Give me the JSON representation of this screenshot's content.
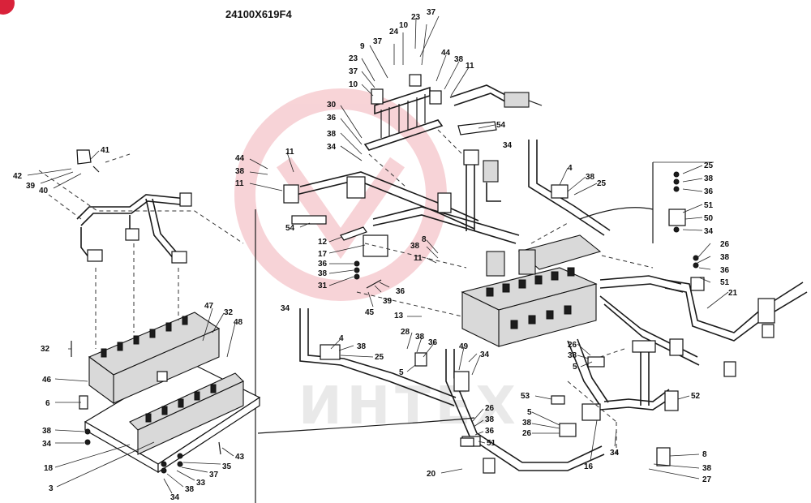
{
  "drawing": {
    "title": "24100X619F4",
    "watermark": "ИНТЕХ",
    "callouts": {
      "c_23a": "23",
      "c_37a": "37",
      "c_24": "24",
      "c_10a": "10",
      "c_9": "9",
      "c_37b": "37",
      "c_23b": "23",
      "c_37c": "37",
      "c_10b": "10",
      "c_44a": "44",
      "c_38a": "38",
      "c_11a": "11",
      "c_30": "30",
      "c_36a": "36",
      "c_38b": "38",
      "c_34a": "34",
      "c_54a": "54",
      "c_34b": "34",
      "c_44b": "44",
      "c_38c": "38",
      "c_11b": "11",
      "c_11c": "11",
      "c_54b": "54",
      "c_4a": "4",
      "c_38d": "38",
      "c_25a": "25",
      "c_25b": "25",
      "c_38e": "38",
      "c_36b": "36",
      "c_51a": "51",
      "c_50": "50",
      "c_34c": "34",
      "c_41": "41",
      "c_42": "42",
      "c_39a": "39",
      "c_40": "40",
      "c_12": "12",
      "c_17": "17",
      "c_36c": "36",
      "c_38f": "38",
      "c_31": "31",
      "c_8a": "8",
      "c_38g": "38",
      "c_11d": "11",
      "c_39b": "39",
      "c_36d": "36",
      "c_45": "45",
      "c_26a": "26",
      "c_38h": "38",
      "c_36e": "36",
      "c_51b": "51",
      "c_21": "21",
      "c_13": "13",
      "c_34d": "34",
      "c_47": "47",
      "c_32a": "32",
      "c_48": "48",
      "c_32b": "32",
      "c_46": "46",
      "c_6": "6",
      "c_38i": "38",
      "c_34e": "34",
      "c_18": "18",
      "c_3": "3",
      "c_43": "43",
      "c_35": "35",
      "c_37d": "37",
      "c_33": "33",
      "c_38j": "38",
      "c_34f": "34",
      "c_4b": "4",
      "c_38k": "38",
      "c_25c": "25",
      "c_28": "28",
      "c_38l": "38",
      "c_36f": "36",
      "c_5a": "5",
      "c_49": "49",
      "c_34g": "34",
      "c_26b": "26",
      "c_38m": "38",
      "c_5b": "5",
      "c_53": "53",
      "c_52": "52",
      "c_26c": "26",
      "c_38n": "38",
      "c_36g": "36",
      "c_51c": "51",
      "c_5c": "5",
      "c_38o": "38",
      "c_26d": "26",
      "c_16": "16",
      "c_34h": "34",
      "c_20": "20",
      "c_8b": "8",
      "c_38p": "38",
      "c_27": "27"
    }
  },
  "colors": {
    "ink": "#111111",
    "watermark": "#e9e9e9",
    "badge": "#d9223a",
    "paper": "#ffffff"
  }
}
